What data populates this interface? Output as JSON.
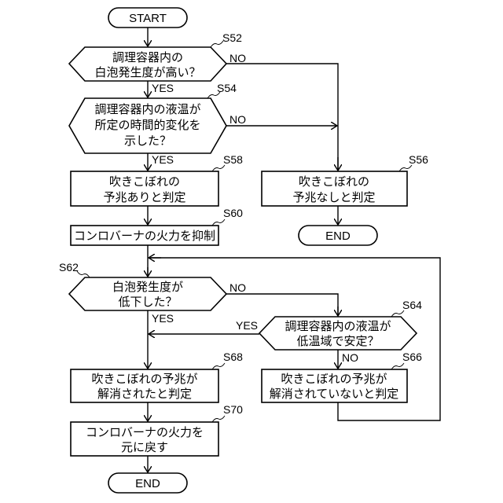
{
  "flowchart": {
    "start": {
      "label": "START"
    },
    "s52": {
      "step": "S52",
      "lines": [
        "調理容器内の",
        "白泡発生度が高い？"
      ],
      "yes": "YES",
      "no": "NO"
    },
    "s54": {
      "step": "S54",
      "lines": [
        "調理容器内の液温が",
        "所定の時間的変化を",
        "示した？"
      ],
      "yes": "YES",
      "no": "NO"
    },
    "s58": {
      "step": "S58",
      "lines": [
        "吹きこぼれの",
        "予兆ありと判定"
      ]
    },
    "s56": {
      "step": "S56",
      "lines": [
        "吹きこぼれの",
        "予兆なしと判定"
      ]
    },
    "end_right": {
      "label": "END"
    },
    "s60": {
      "step": "S60",
      "lines": [
        "コンロバーナの火力を抑制"
      ]
    },
    "s62": {
      "step": "S62",
      "lines": [
        "白泡発生度が",
        "低下した？"
      ],
      "yes": "YES",
      "no": "NO"
    },
    "s64": {
      "step": "S64",
      "lines": [
        "調理容器内の液温が",
        "低温域で安定？"
      ],
      "yes": "YES",
      "no": "NO"
    },
    "s68": {
      "step": "S68",
      "lines": [
        "吹きこぼれの予兆が",
        "解消されたと判定"
      ]
    },
    "s66": {
      "step": "S66",
      "lines": [
        "吹きこぼれの予兆が",
        "解消されていないと判定"
      ]
    },
    "s70": {
      "step": "S70",
      "lines": [
        "コンロバーナの火力を",
        "元に戻す"
      ]
    },
    "end_bottom": {
      "label": "END"
    }
  }
}
